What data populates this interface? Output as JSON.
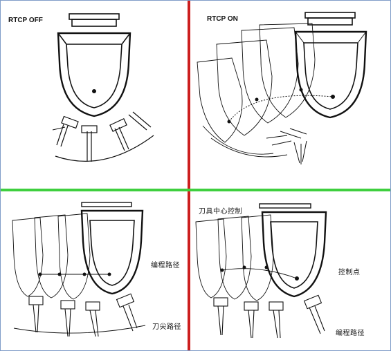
{
  "panels": {
    "top_left": {
      "title": "RTCP OFF"
    },
    "top_right": {
      "title": "RTCP ON"
    },
    "bottom_left": {
      "label_program_path": "编程路径",
      "label_tool_tip_path": "刀尖路径"
    },
    "bottom_right": {
      "label_tool_center_control": "刀具中心控制",
      "label_control_point": "控制点",
      "label_program_path": "编程路径"
    }
  },
  "colors": {
    "vertical_divider": "#cc1f1f",
    "horizontal_divider": "#3fcf3f",
    "line": "#111111",
    "background": "#ffffff"
  }
}
